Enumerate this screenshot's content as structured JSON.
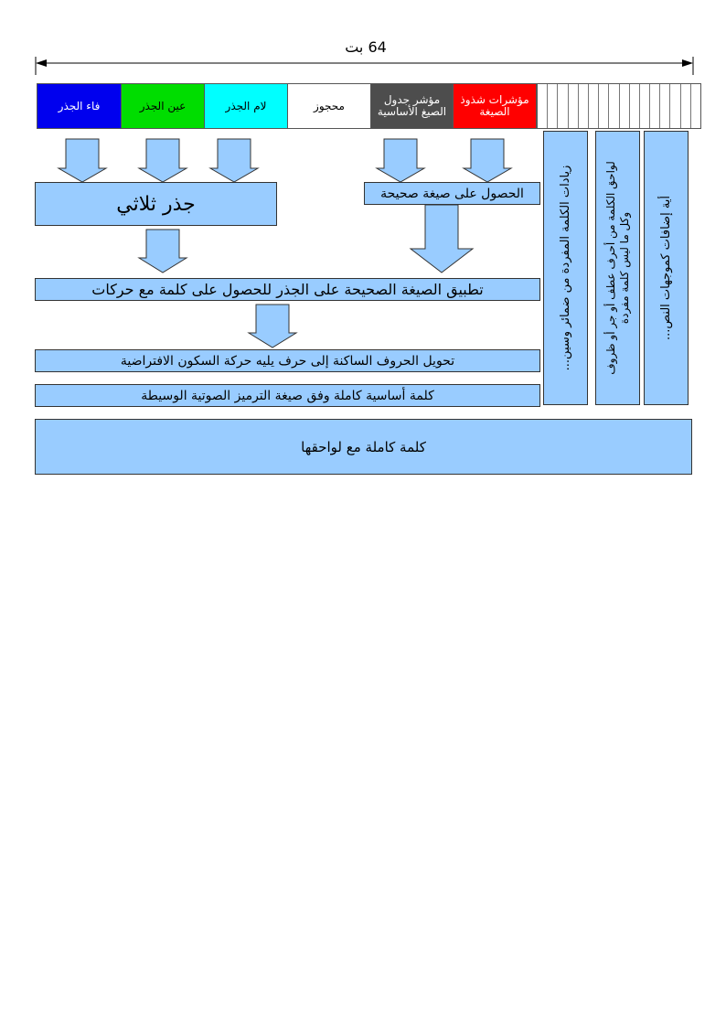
{
  "header": {
    "width_label": "64 بت"
  },
  "fields": {
    "fa": "فاء الجذر",
    "ain": "عين الجذر",
    "lam": "لام الجذر",
    "reserved": "محجوز",
    "pattern_table": "مؤشر جدول الصيغ الأساسية",
    "irregular": "مؤشرات شذوذ الصيغة"
  },
  "boxes": {
    "triliteral_root": "جذر ثلاثي",
    "get_valid_pattern": "الحصول على صيغة صحيحة",
    "apply_pattern": "تطبيق الصيغة الصحيحة على الجذر للحصول على كلمة مع حركات",
    "convert_sukun": "تحويل الحروف الساكنة إلى حرف يليه حركة السكون الافتراضية",
    "full_base_word": "كلمة أساسية كاملة وفق صيغة الترميز الصوتية الوسيطة",
    "full_word_suffixes": "كلمة كاملة مع لواحقها"
  },
  "side_boxes": {
    "word_additions": "زيادات الكلمة المفردة من ضمائر وسين...",
    "suffixes_line1": "لواحق الكلمة من أحرف عطف أو جر أو ظروف",
    "suffixes_line2": "وكل ما ليس كلمة مفردة",
    "text_additions": "أية إضافات كموجهات النص..."
  },
  "colors": {
    "fa": "#0000ee",
    "ain": "#00dd00",
    "lam": "#00ffff",
    "reserved": "#ffffff",
    "pattern_table": "#4d4d4d",
    "irregular": "#ff0000",
    "box": "#99ccff"
  }
}
